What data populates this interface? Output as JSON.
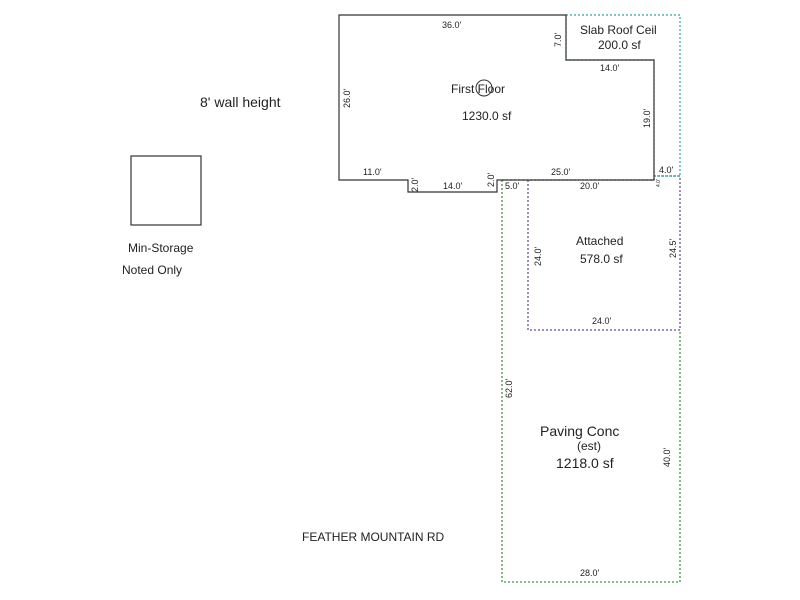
{
  "labels": {
    "wall_height": "8' wall height",
    "storage_title": "Min-Storage",
    "storage_note": "Noted Only",
    "road": "FEATHER MOUNTAIN RD"
  },
  "areas": {
    "first_floor": {
      "name": "First Floor",
      "area": "1230.0 sf"
    },
    "slab_roof": {
      "name": "Slab Roof Ceil",
      "area": "200.0 sf"
    },
    "attached": {
      "name": "Attached",
      "area": "578.0 sf"
    },
    "paving": {
      "name": "Paving Conc",
      "note": "(est)",
      "area": "1218.0 sf"
    }
  },
  "dimensions": {
    "top_36": "36.0'",
    "left_26": "26.0'",
    "notch_7": "7.0'",
    "notch_14": "14.0'",
    "right_19": "19.0'",
    "bottom_11": "11.0'",
    "step_2a": "2.0'",
    "bottom_14": "14.0'",
    "step_2b": "2.0'",
    "bottom_25": "25.0'",
    "right_4": "4.0'",
    "tiny_4": "4.0'",
    "attached_left_24": "24.0'",
    "attached_top_20": "20.0'",
    "attached_right_245": "24.5'",
    "attached_bottom_24": "24.0'",
    "paving_5": "5.0'",
    "paving_62": "62.0'",
    "paving_40": "40.0'",
    "paving_28": "28.0'"
  },
  "colors": {
    "floor_line": "#333333",
    "slab_line": "#2aa7a7",
    "attached_line": "#6b4aa3",
    "paving_line": "#3a9a3a",
    "text": "#222222"
  }
}
